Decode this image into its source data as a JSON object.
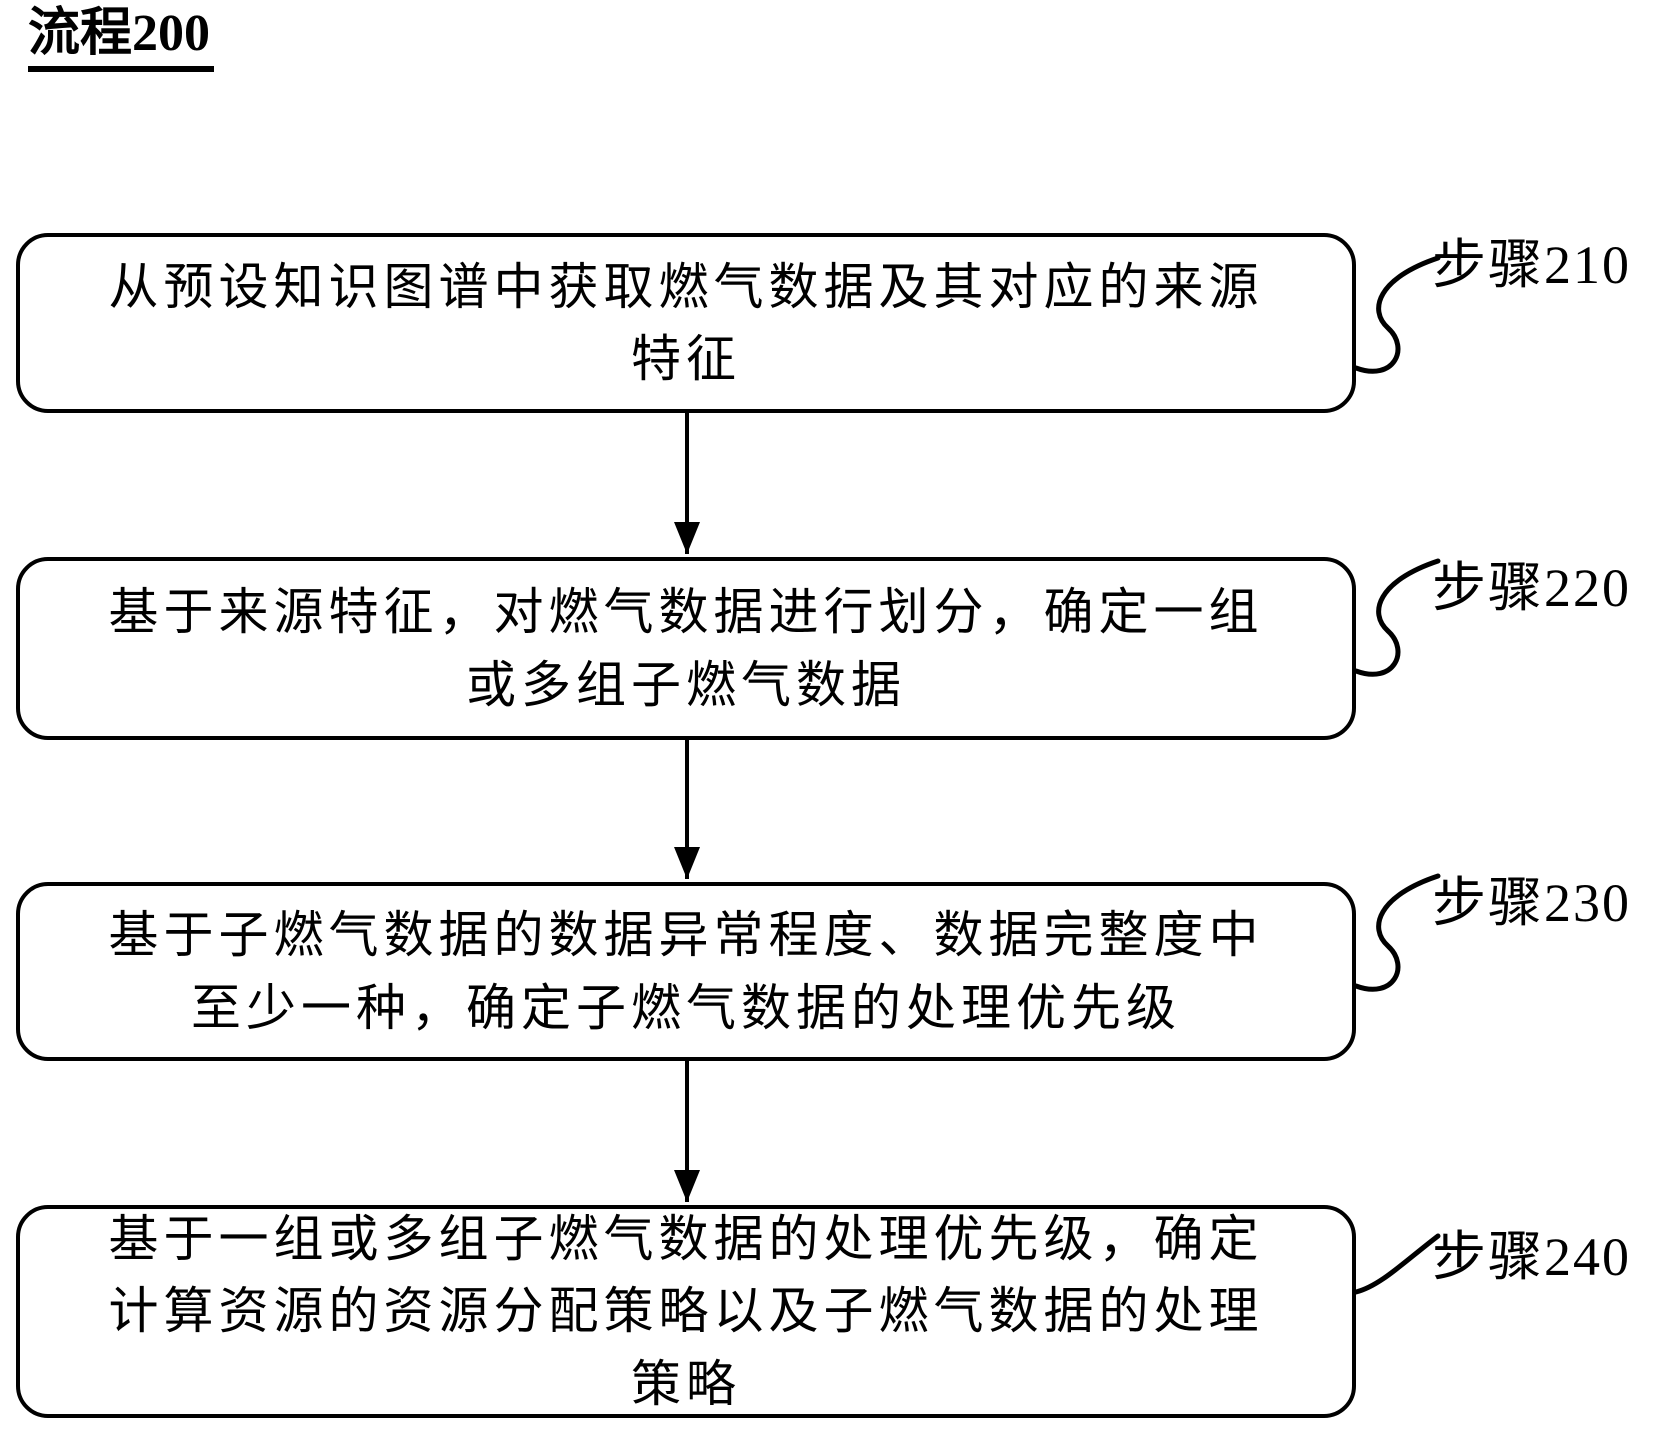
{
  "page": {
    "title": "流程200"
  },
  "flowchart": {
    "colors": {
      "line": "#000000",
      "background": "#ffffff",
      "text": "#000000"
    },
    "steps": [
      {
        "step_label": "步骤210",
        "lines": [
          "从预设知识图谱中获取燃气数据及其对应的来源",
          "特征"
        ]
      },
      {
        "step_label": "步骤220",
        "lines": [
          "基于来源特征，对燃气数据进行划分，确定一组",
          "或多组子燃气数据"
        ]
      },
      {
        "step_label": "步骤230",
        "lines": [
          "基于子燃气数据的数据异常程度、数据完整度中",
          "至少一种，确定子燃气数据的处理优先级"
        ]
      },
      {
        "step_label": "步骤240",
        "lines": [
          "基于一组或多组子燃气数据的处理优先级，确定",
          "计算资源的资源分配策略以及子燃气数据的处理",
          "策略"
        ]
      }
    ]
  }
}
